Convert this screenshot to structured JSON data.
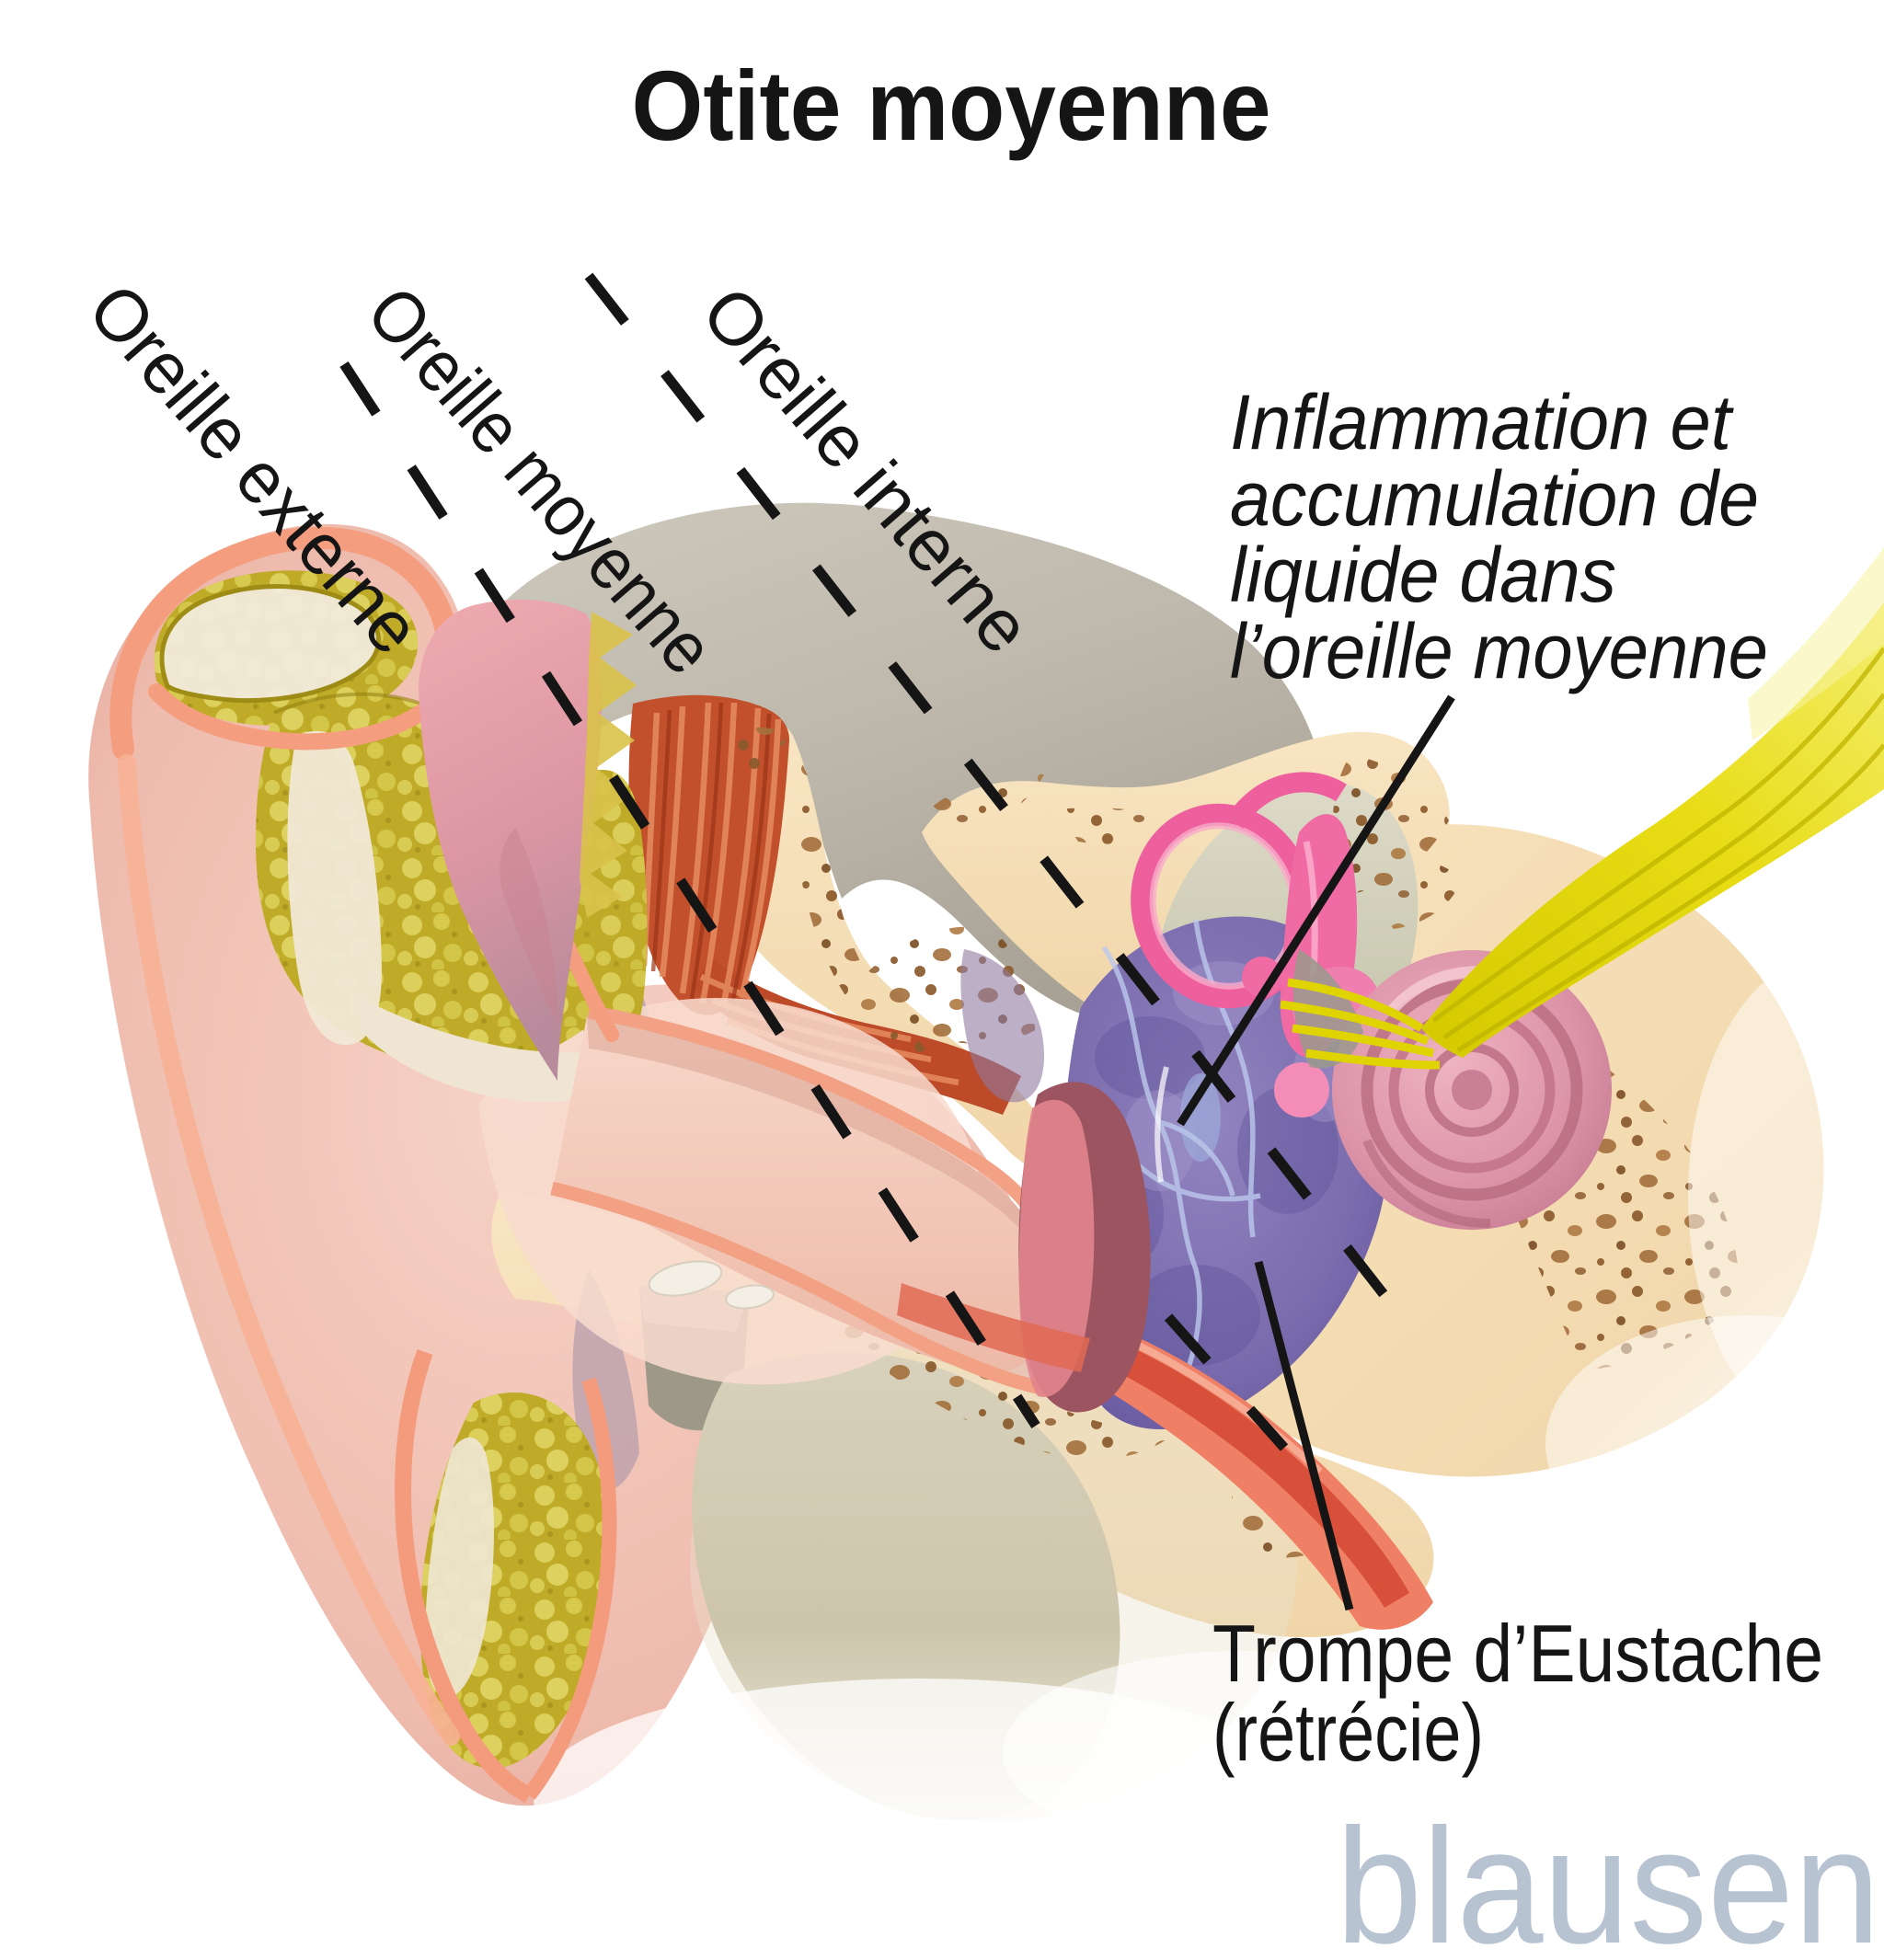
{
  "title": "Otite moyenne",
  "region_labels": {
    "externe": "Oreille externe",
    "moyenne": "Oreille moyenne",
    "interne": "Oreille interne"
  },
  "annotations": {
    "inflammation_lines": [
      "Inflammation et",
      "accumulation de",
      "liquide dans",
      "l’oreille moyenne"
    ],
    "eustachian_lines": [
      "Trompe d’Eustache",
      "(rétrécie)"
    ]
  },
  "watermark": "blausen",
  "colors": {
    "ink": "#151515",
    "watermark_blue": "#b7c3d1",
    "skin_salmon": "#f59d7f",
    "flesh_pink": "#f0c3b7",
    "fat_yellow": "#c2ae2c",
    "muscle_red": "#c2502c",
    "bone_beige": "#f3ddb4",
    "skull_gray": "#bdb8ab",
    "fluid_purple": "#7b6dae",
    "inner_ear_pink": "#ee5f9e",
    "nerve_yellow": "#e3d700",
    "eustachian_red": "#e25a40"
  }
}
